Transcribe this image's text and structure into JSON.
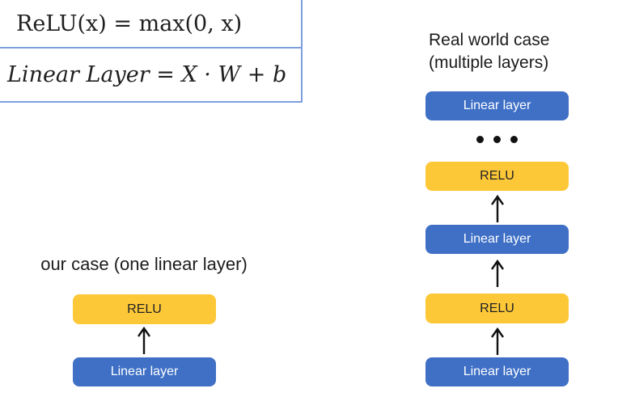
{
  "formula_panel": {
    "relu_formula": "ReLU(x) = max(0, x)",
    "linear_formula": "Linear Layer = X · W + b"
  },
  "left_diagram": {
    "title": "our case (one linear layer)",
    "relu_label": "RELU",
    "linear_label": "Linear layer"
  },
  "right_diagram": {
    "title_line1": "Real world case",
    "title_line2": "(multiple layers)",
    "top_linear_label": "Linear layer",
    "relu1_label": "RELU",
    "linear2_label": "Linear layer",
    "relu2_label": "RELU",
    "bottom_linear_label": "Linear layer"
  },
  "icons": {
    "up_arrow": "up-arrow-icon",
    "ellipsis": "ellipsis-dots-icon"
  },
  "colors": {
    "relu_box_yellow": "#FDC838",
    "linear_box_blue": "#3F70C6",
    "formula_border_blue": "#7D9FE0",
    "dark_text": "#1C1C1E",
    "light_text": "#FFFFFF",
    "arrow_black": "#121212"
  }
}
